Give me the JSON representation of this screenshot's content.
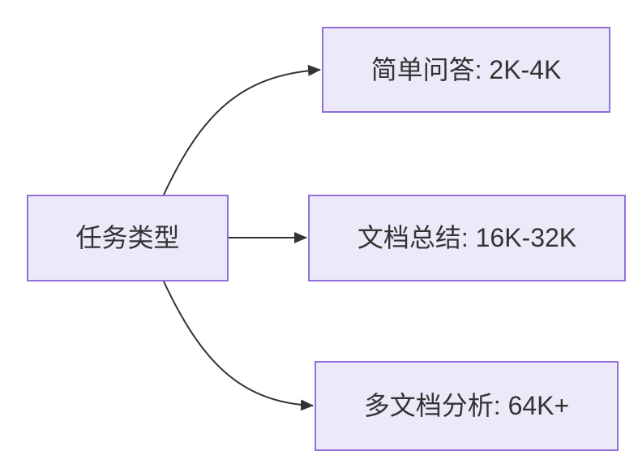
{
  "diagram": {
    "type": "flowchart-left-to-right",
    "root": {
      "label": "任务类型"
    },
    "children": [
      {
        "label": "简单问答: 2K-4K"
      },
      {
        "label": "文档总结: 16K-32K"
      },
      {
        "label": "多文档分析: 64K+"
      }
    ],
    "edges": [
      {
        "from": "任务类型",
        "to": "简单问答: 2K-4K"
      },
      {
        "from": "任务类型",
        "to": "文档总结: 16K-32K"
      },
      {
        "from": "任务类型",
        "to": "多文档分析: 64K+"
      }
    ],
    "colors": {
      "node_fill": "#eceaf8",
      "node_border": "#9370DB",
      "arrow": "#333333",
      "text": "#333333"
    }
  }
}
